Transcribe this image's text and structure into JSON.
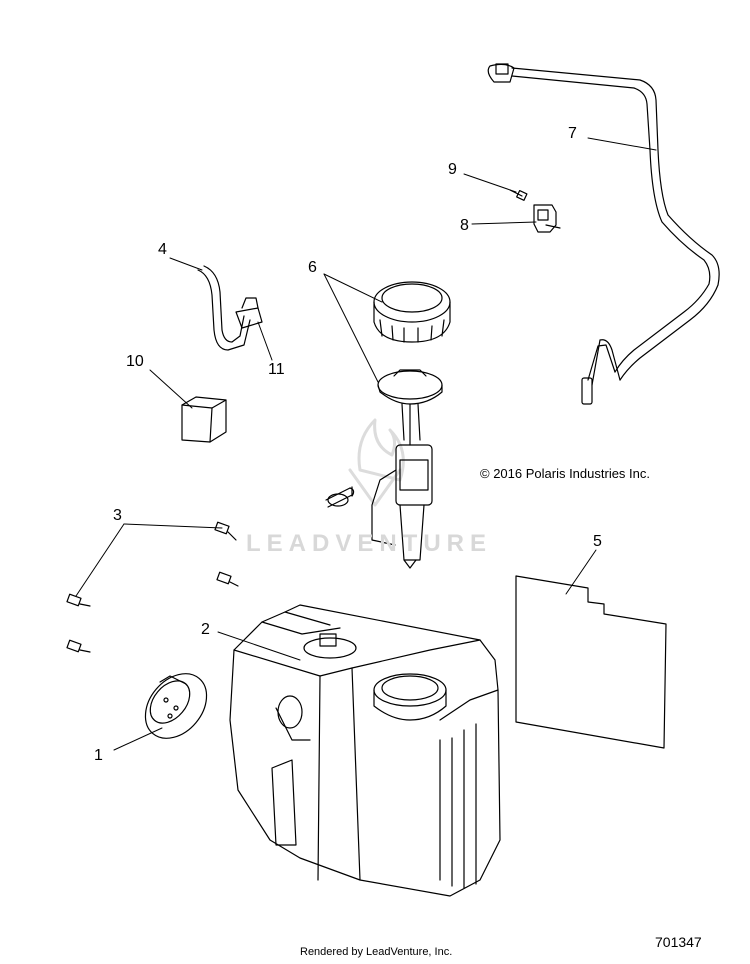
{
  "diagram": {
    "copyright": "© 2016 Polaris Industries Inc.",
    "footer": "Rendered by LeadVenture, Inc.",
    "part_number": "701347",
    "watermark": "LEADVENTURE",
    "callouts": [
      {
        "id": "1",
        "label": "1"
      },
      {
        "id": "2",
        "label": "2"
      },
      {
        "id": "3",
        "label": "3"
      },
      {
        "id": "4",
        "label": "4"
      },
      {
        "id": "5",
        "label": "5"
      },
      {
        "id": "6",
        "label": "6"
      },
      {
        "id": "7",
        "label": "7"
      },
      {
        "id": "8",
        "label": "8"
      },
      {
        "id": "9",
        "label": "9"
      },
      {
        "id": "10",
        "label": "10"
      },
      {
        "id": "11",
        "label": "11"
      }
    ]
  }
}
